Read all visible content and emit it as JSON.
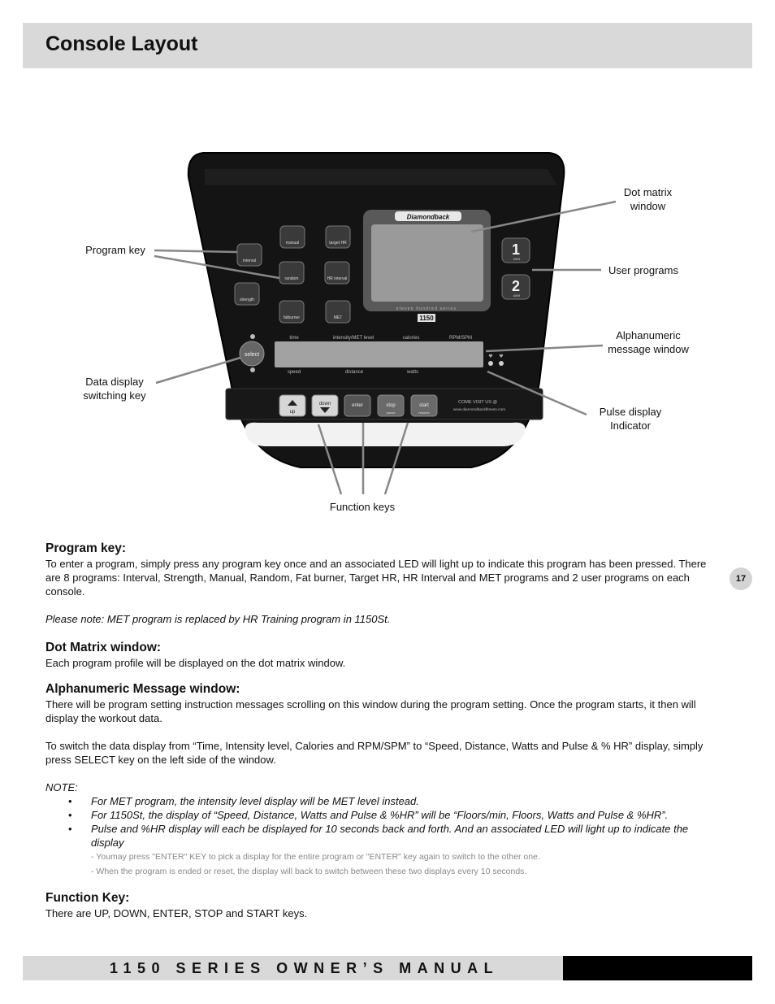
{
  "header": {
    "title": "Console Layout"
  },
  "console": {
    "brand": "Diamondback",
    "series_text": "eleven hundred series",
    "model": "1150",
    "program_keys": [
      {
        "id": "interval",
        "label": "interval"
      },
      {
        "id": "strength",
        "label": "strength"
      },
      {
        "id": "manual",
        "label": "manual"
      },
      {
        "id": "random",
        "label": "random"
      },
      {
        "id": "fatburner",
        "label": "fatburner"
      },
      {
        "id": "target-hr",
        "label": "target HR"
      },
      {
        "id": "hr-interval",
        "label": "HR interval"
      },
      {
        "id": "met",
        "label": "MET"
      }
    ],
    "user_keys": [
      {
        "number": "1",
        "label": "user"
      },
      {
        "number": "2",
        "label": "user"
      }
    ],
    "select_label": "select",
    "top_readouts": [
      "time",
      "intensity/MET level",
      "calories",
      "RPM/SPM"
    ],
    "bottom_readouts": [
      "speed",
      "distance",
      "watts"
    ],
    "function_keys": [
      {
        "id": "up",
        "label": "up"
      },
      {
        "id": "down",
        "label": "down"
      },
      {
        "id": "enter",
        "label": "enter"
      },
      {
        "id": "stop",
        "label": "stop",
        "sublabel": "pause"
      },
      {
        "id": "start",
        "label": "start",
        "sublabel": "resume"
      }
    ],
    "visit_line1": "COME VISIT US @",
    "visit_line2": "www.diamondbackfitness.com"
  },
  "callouts": {
    "program_key": "Program key",
    "dot_matrix_1": "Dot matrix",
    "dot_matrix_2": "window",
    "user_programs": "User programs",
    "alpha_1": "Alphanumeric",
    "alpha_2": "message window",
    "data_switch_1": "Data display",
    "data_switch_2": "switching key",
    "pulse_1": "Pulse display",
    "pulse_2": "Indicator",
    "function_keys": "Function keys"
  },
  "sections": {
    "program_key": {
      "heading": "Program key:",
      "body": "To enter a program, simply press any program key once and an associated LED will light up to indicate this program has been pressed. There are 8 programs: Interval, Strength, Manual, Random, Fat burner, Target HR, HR Interval and MET programs and 2 user programs on each console.",
      "note": "Please note: MET program is replaced by HR Training program in 1150St."
    },
    "dot_matrix": {
      "heading": "Dot Matrix window:",
      "body": "Each program profile will be displayed on the dot matrix window."
    },
    "alphanumeric": {
      "heading": "Alphanumeric Message window:",
      "body1": "There will be program setting instruction messages scrolling on this window during the program setting. Once the program starts, it then will display the workout data.",
      "body2": "To switch the data display from “Time, Intensity level, Calories and RPM/SPM” to “Speed, Distance, Watts and Pulse & % HR” display, simply press SELECT key on the left side of the window.",
      "note_label": "NOTE:",
      "bullets": [
        "For MET program, the intensity level display will be MET level instead.",
        "For 1150St, the display of “Speed, Distance, Watts and Pulse & %HR” will be “Floors/min, Floors, Watts and Pulse & %HR”.",
        "Pulse and %HR display will each be displayed for 10 seconds back and forth. And an associated LED will light up to indicate the display"
      ],
      "sub_bullets": [
        "-  Youmay press \"ENTER\" KEY to pick a display for the entire program or \"ENTER\" key again to switch to the other one.",
        "-  When the program is ended or reset, the display will back to switch between these two displays every 10 seconds."
      ]
    },
    "function_key": {
      "heading": "Function Key:",
      "body": "There are UP, DOWN, ENTER, STOP and START keys."
    }
  },
  "page_number": "17",
  "footer": {
    "title": "1150 SERIES OWNER’S MANUAL"
  }
}
